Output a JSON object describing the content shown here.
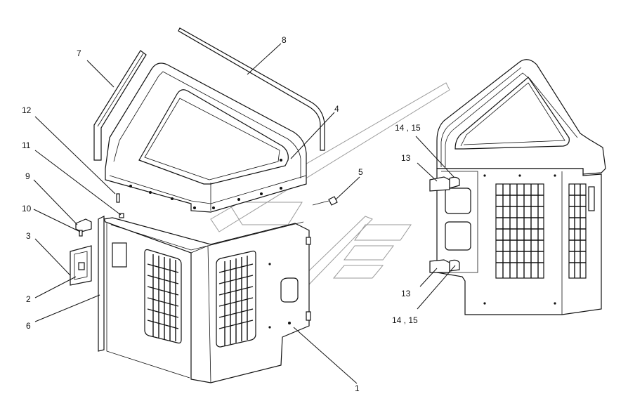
{
  "diagram": {
    "callouts": [
      {
        "id": "c7",
        "text": "7"
      },
      {
        "id": "c8",
        "text": "8"
      },
      {
        "id": "c4",
        "text": "4"
      },
      {
        "id": "c12",
        "text": "12"
      },
      {
        "id": "c11",
        "text": "11"
      },
      {
        "id": "c9",
        "text": "9"
      },
      {
        "id": "c10",
        "text": "10"
      },
      {
        "id": "c3",
        "text": "3"
      },
      {
        "id": "c2",
        "text": "2"
      },
      {
        "id": "c6",
        "text": "6"
      },
      {
        "id": "c5",
        "text": "5"
      },
      {
        "id": "c1",
        "text": "1"
      },
      {
        "id": "c1415a",
        "text": "14 , 15"
      },
      {
        "id": "c13a",
        "text": "13"
      },
      {
        "id": "c13b",
        "text": "13"
      },
      {
        "id": "c1415b",
        "text": "14 , 15"
      }
    ]
  }
}
